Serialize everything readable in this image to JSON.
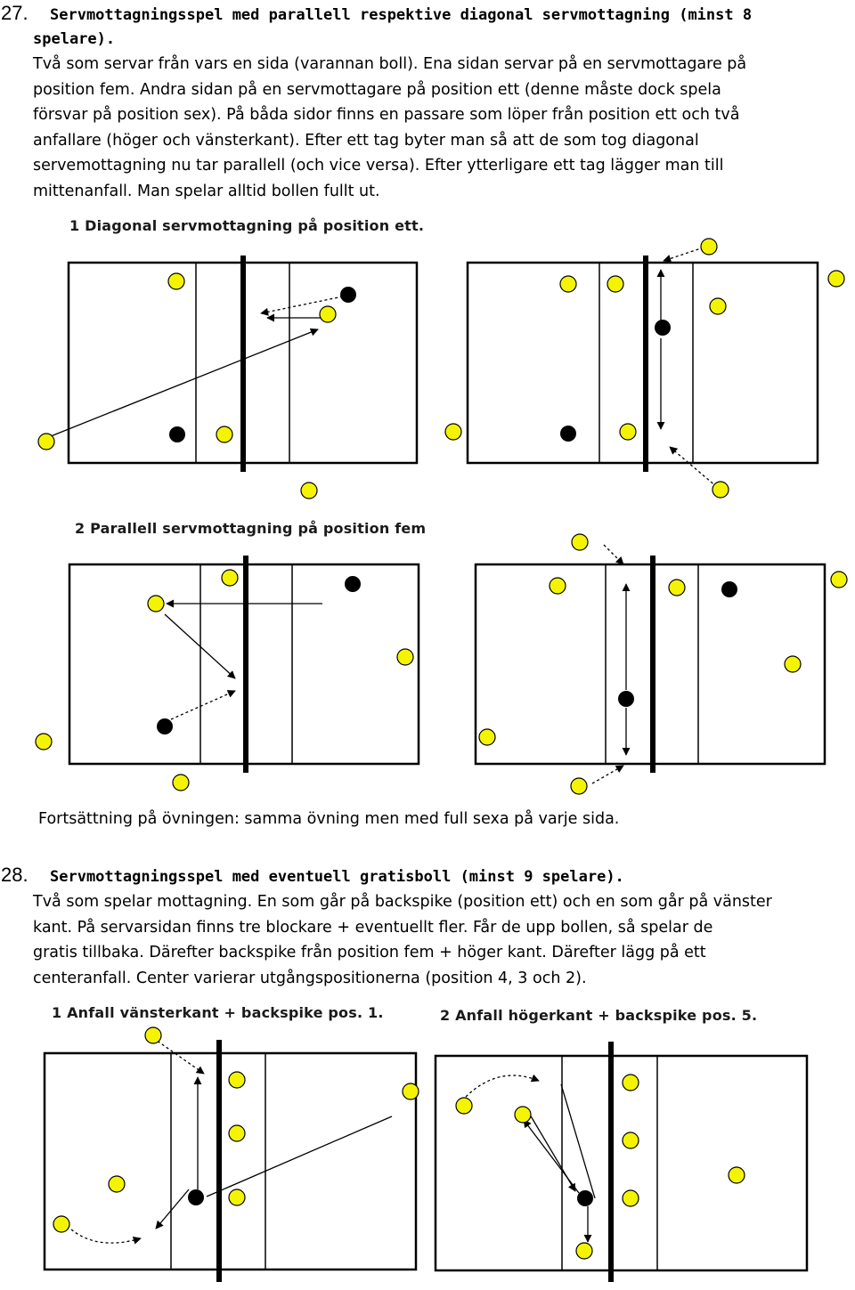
{
  "exercise27": {
    "number": "27.",
    "title_line1": "Servmottagningsspel med parallell respektive diagonal servmottagning (minst 8",
    "title_line2": "spelare).",
    "body_lines": [
      "Två som servar från vars en sida (varannan boll). Ena sidan servar på en servmottagare på",
      "position fem. Andra sidan på en servmottagare på position ett (denne måste dock spela",
      "försvar på position sex). På båda sidor finns en passare som löper från position ett och två",
      "anfallare (höger och vänsterkant). Efter ett tag byter man så att de som tog diagonal",
      "servemottagning nu tar parallell (och vice versa). Efter ytterligare ett tag lägger man till",
      "mittenanfall. Man spelar alltid bollen fullt ut."
    ],
    "diagram1_title": "1 Diagonal servmottagning på position ett.",
    "diagram2_title": "2 Parallell servmottagning på position fem",
    "continuation": "Fortsättning på övningen: samma övning men med full sexa på varje sida."
  },
  "exercise28": {
    "number": "28.",
    "title": "Servmottagningsspel med eventuell gratisboll (minst 9 spelare).",
    "body_lines": [
      "Två som spelar mottagning. En som går på backspike (position ett) och en som går på vänster",
      "kant. På servarsidan finns tre blockare + eventuellt fler. Får de upp bollen, så spelar de",
      "gratis tillbaka. Därefter backspike från position fem + höger kant. Därefter lägg på ett",
      "centeranfall. Center varierar utgångspositionerna (position 4, 3 och 2)."
    ],
    "diagram1_title": "1 Anfall vänsterkant + backspike pos. 1.",
    "diagram2_title": "2 Anfall högerkant + backspike pos. 5."
  },
  "colors": {
    "player_yellow": "#f4f400",
    "player_black": "#000000",
    "court_line": "#000000"
  }
}
